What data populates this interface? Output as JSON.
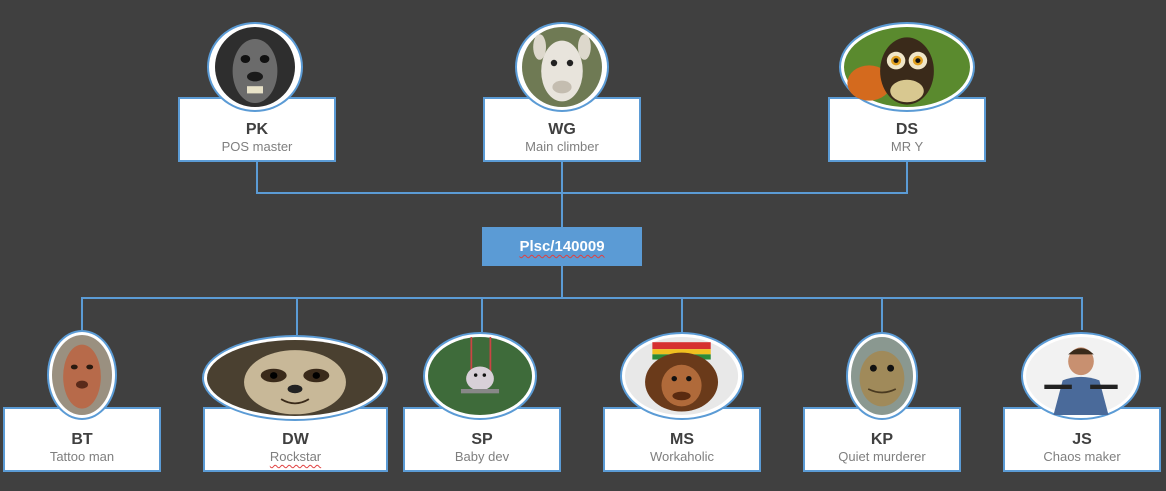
{
  "root": {
    "label": "Plsc/140009"
  },
  "top_row": [
    {
      "initials": "PK",
      "role": "POS master",
      "icon": "dog-face-icon"
    },
    {
      "initials": "WG",
      "role": "Main climber",
      "icon": "llama-face-icon"
    },
    {
      "initials": "DS",
      "role": "MR Y",
      "icon": "owl-icon"
    }
  ],
  "bottom_row": [
    {
      "initials": "BT",
      "role": "Tattoo man",
      "icon": "dog-face-icon"
    },
    {
      "initials": "DW",
      "role": "Rockstar",
      "icon": "sloth-face-icon"
    },
    {
      "initials": "SP",
      "role": "Baby dev",
      "icon": "hamster-swing-icon"
    },
    {
      "initials": "MS",
      "role": "Workaholic",
      "icon": "orangutan-dreadlocks-icon"
    },
    {
      "initials": "KP",
      "role": "Quiet murderer",
      "icon": "turtle-face-icon"
    },
    {
      "initials": "JS",
      "role": "Chaos maker",
      "icon": "man-portrait-icon"
    }
  ],
  "colors": {
    "background": "#404040",
    "accent": "#5b9bd5",
    "card": "#ffffff",
    "name_text": "#404040",
    "role_text": "#7f7f7f"
  }
}
